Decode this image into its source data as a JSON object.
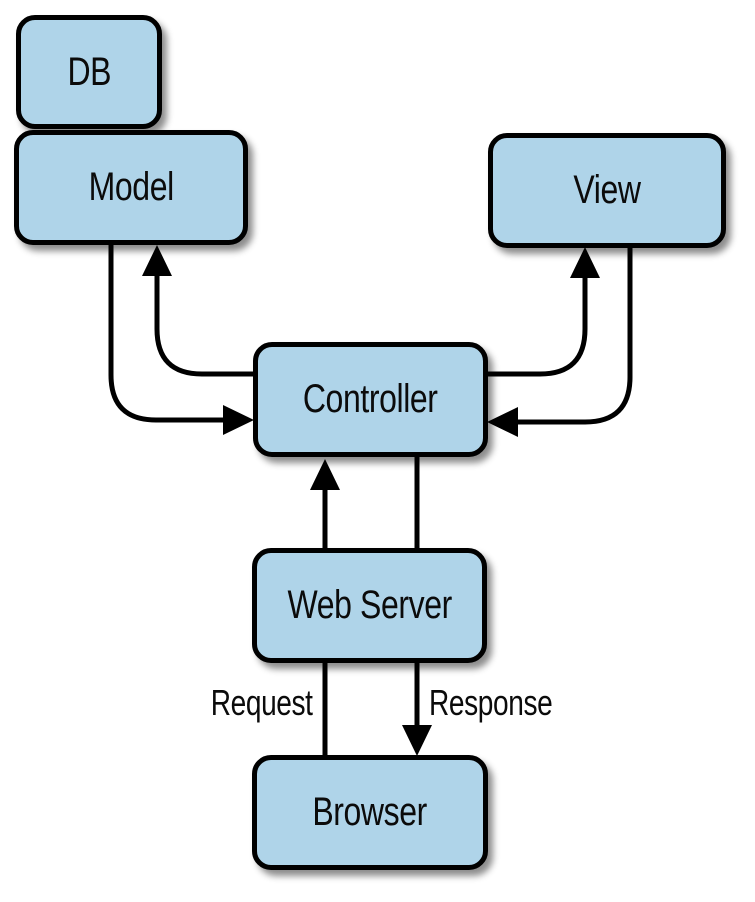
{
  "diagram": {
    "description": "MVC web application architecture diagram",
    "background": "#ffffff",
    "node_fill": "#afd4e9",
    "node_border": "#000000",
    "connector_color": "#000000",
    "text_color": "#0b0b0b",
    "nodes": [
      {
        "id": "db",
        "label": "DB"
      },
      {
        "id": "model",
        "label": "Model"
      },
      {
        "id": "view",
        "label": "View"
      },
      {
        "id": "controller",
        "label": "Controller"
      },
      {
        "id": "web-server",
        "label": "Web Server"
      },
      {
        "id": "browser",
        "label": "Browser"
      }
    ],
    "edges": [
      {
        "from": "controller",
        "to": "model",
        "label": ""
      },
      {
        "from": "model",
        "to": "controller",
        "label": ""
      },
      {
        "from": "controller",
        "to": "view",
        "label": ""
      },
      {
        "from": "view",
        "to": "controller",
        "label": ""
      },
      {
        "from": "browser",
        "to": "controller",
        "via": "web-server",
        "label": "Request"
      },
      {
        "from": "controller",
        "to": "browser",
        "via": "web-server",
        "label": "Response"
      }
    ]
  }
}
